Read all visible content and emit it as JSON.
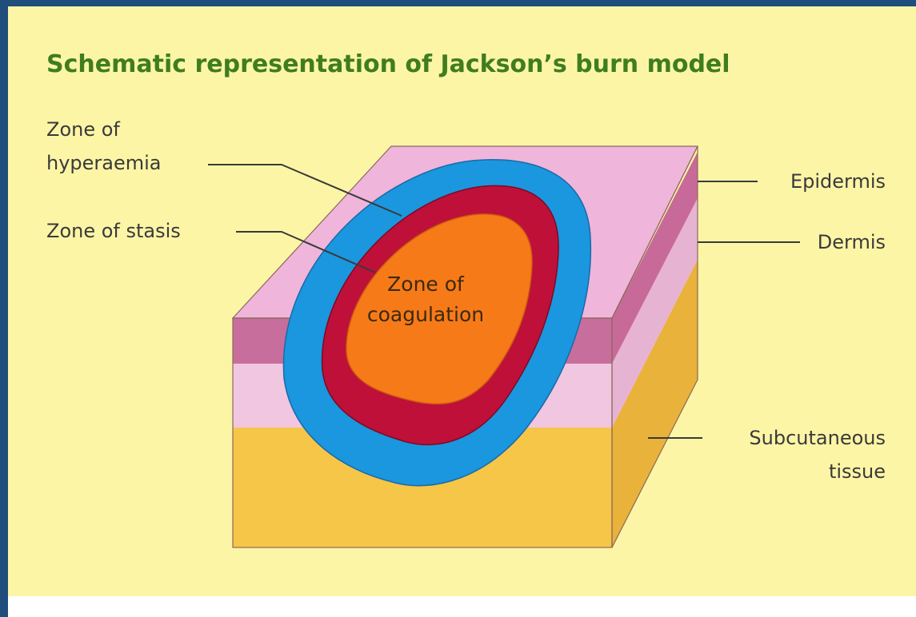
{
  "title": "Schematic representation of Jackson’s burn model",
  "labels": {
    "hyperaemia_line1": "Zone of",
    "hyperaemia_line2": "hyperaemia",
    "stasis": "Zone of stasis",
    "coagulation_line1": "Zone of",
    "coagulation_line2": "coagulation",
    "epidermis": "Epidermis",
    "dermis": "Dermis",
    "subcutaneous_line1": "Subcutaneous",
    "subcutaneous_line2": "tissue"
  },
  "colors": {
    "border": "#1f4e7d",
    "background": "#fdf5a6",
    "title": "#3f7d1f",
    "epidermis_top": "#f0b5da",
    "epidermis_side": "#c86a99",
    "dermis": "#f1c6e0",
    "subcutaneous": "#f6c648",
    "zone_hyperaemia": "#1a97de",
    "zone_stasis": "#bf1039",
    "zone_coagulation": "#f77a18"
  }
}
